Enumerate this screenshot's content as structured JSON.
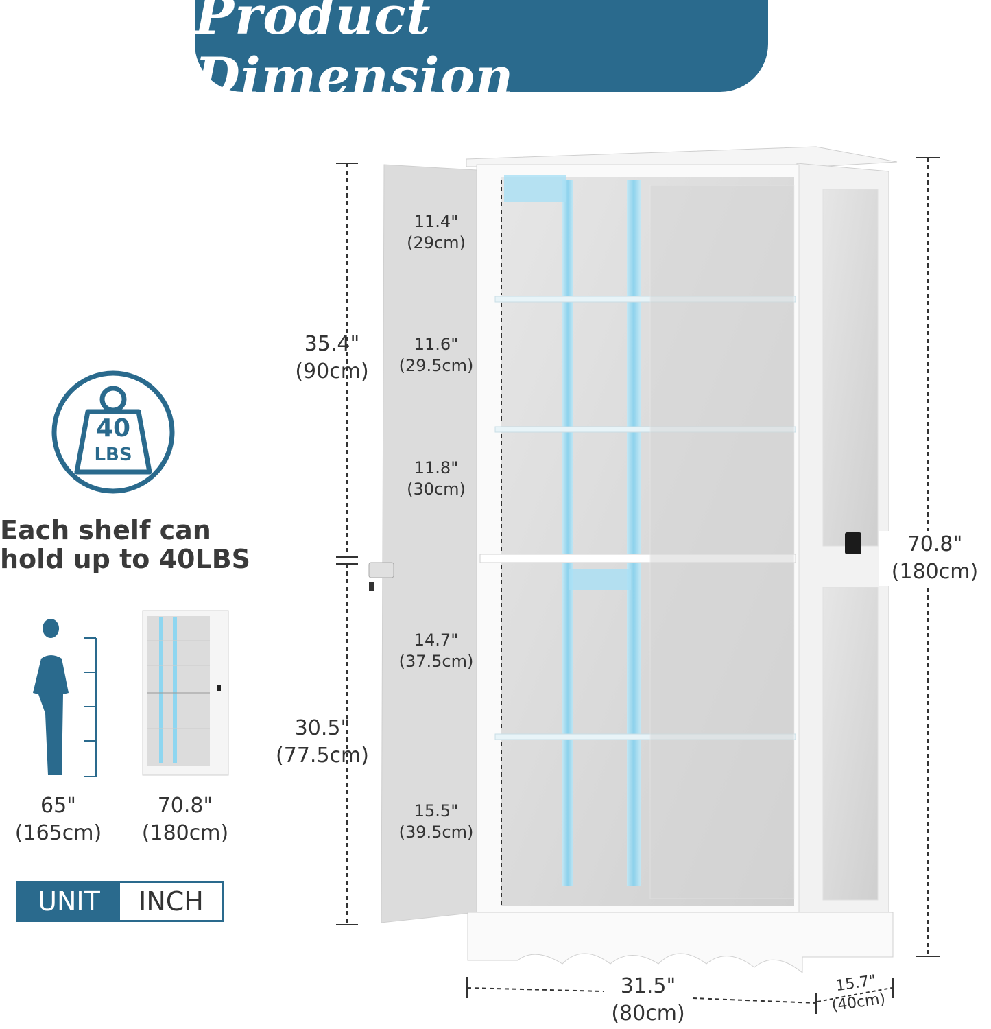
{
  "title": "Product Dimension",
  "weight_badge": {
    "value": "40",
    "unit": "LBS"
  },
  "shelf_capacity_text": [
    "Each shelf can",
    "hold up to 40LBS"
  ],
  "comparison": {
    "person": {
      "in": "65\"",
      "cm": "(165cm)"
    },
    "cabinet": {
      "in": "70.8\"",
      "cm": "(180cm)"
    }
  },
  "unit": {
    "label": "UNIT",
    "value": "INCH"
  },
  "shelf_heights": [
    {
      "in": "11.4\"",
      "cm": "(29cm)"
    },
    {
      "in": "11.6\"",
      "cm": "(29.5cm)"
    },
    {
      "in": "11.8\"",
      "cm": "(30cm)"
    },
    {
      "in": "14.7\"",
      "cm": "(37.5cm)"
    },
    {
      "in": "15.5\"",
      "cm": "(39.5cm)"
    }
  ],
  "door_heights": {
    "upper": {
      "in": "35.4\"",
      "cm": "(90cm)"
    },
    "lower": {
      "in": "30.5\"",
      "cm": "(77.5cm)"
    }
  },
  "total_height": {
    "in": "70.8\"",
    "cm": "(180cm)"
  },
  "width": {
    "in": "31.5\"",
    "cm": "(80cm)"
  },
  "depth": {
    "in": "15.7\"",
    "cm": "(40cm)"
  },
  "colors": {
    "brand": "#2a6a8d",
    "led": "#8fd6f0"
  }
}
